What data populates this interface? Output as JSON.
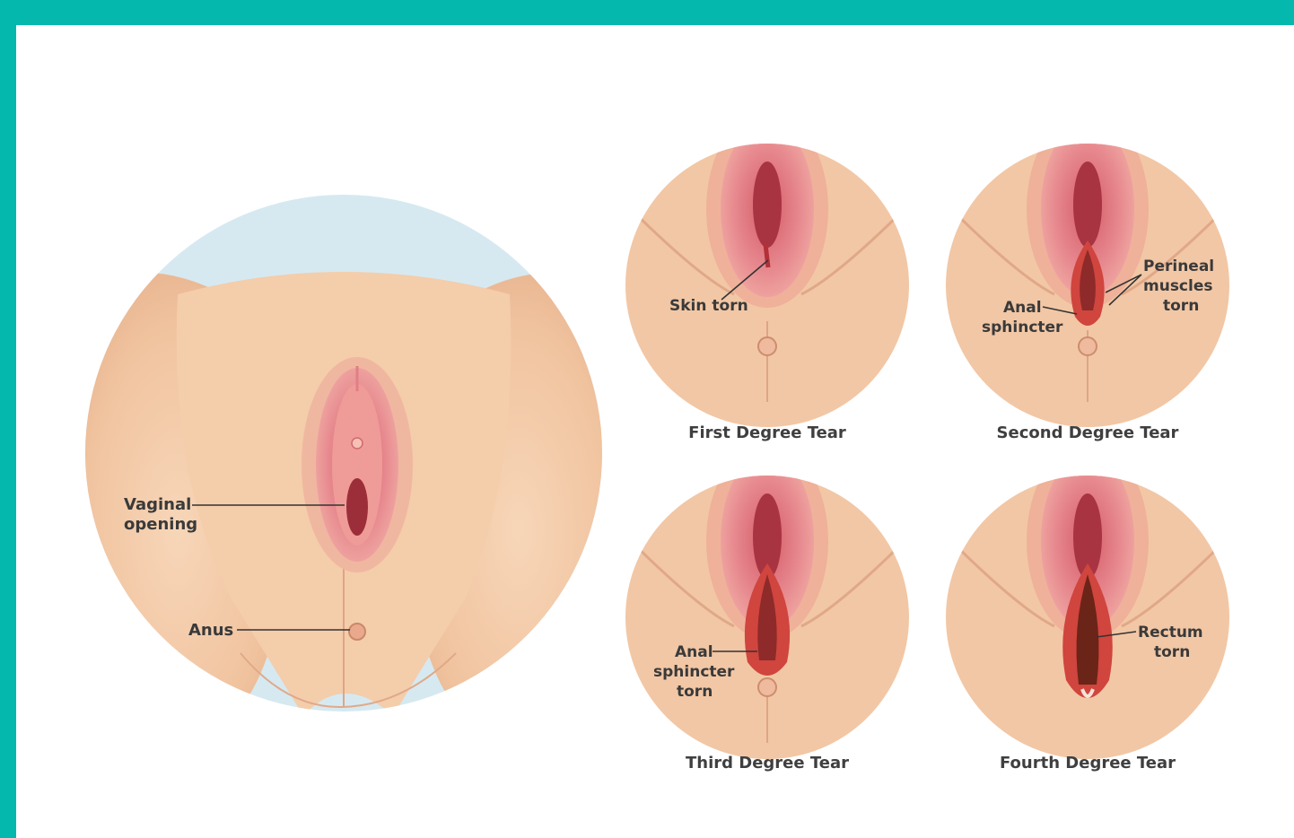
{
  "main_figure": {
    "labels": {
      "vaginal_opening": [
        "Vaginal",
        "opening"
      ],
      "anus": "Anus"
    }
  },
  "tear_figures": [
    {
      "caption": "First Degree Tear",
      "labels": [
        [
          "Skin torn"
        ]
      ]
    },
    {
      "caption": "Second Degree Tear",
      "labels": [
        [
          "Perineal",
          "muscles",
          "torn"
        ],
        [
          "Anal",
          "sphincter"
        ]
      ]
    },
    {
      "caption": "Third Degree Tear",
      "labels": [
        [
          "Anal",
          "sphincter",
          "torn"
        ]
      ]
    },
    {
      "caption": "Fourth Degree Tear",
      "labels": [
        [
          "Rectum",
          "torn"
        ]
      ]
    }
  ],
  "colors": {
    "frame": "#05b8ae",
    "skin": "#f3c9a6",
    "skin_shadow": "#e6b08c",
    "tissue": "#e27f86",
    "tissue_dark": "#c4535e",
    "tear": "#c0302a",
    "sheet": "#d8eaf1"
  }
}
